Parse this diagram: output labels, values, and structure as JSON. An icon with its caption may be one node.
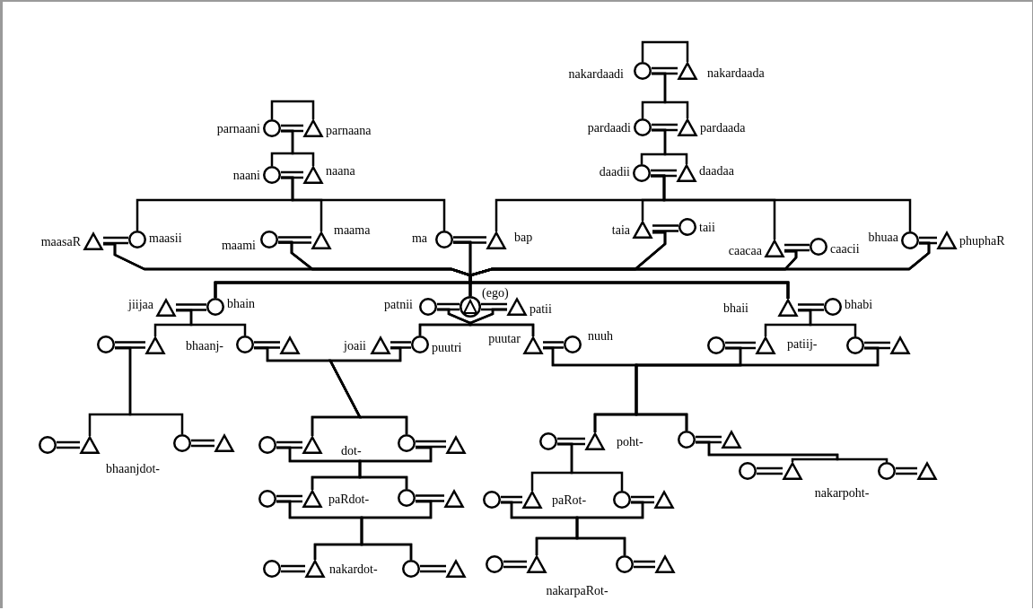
{
  "diagram": {
    "nodes": [
      {
        "text": [],
        "shape": "circle",
        "beside": [
          "parnaani"
        ]
      },
      {
        "text": [],
        "shape": "triangle",
        "beside": [
          "parnaana"
        ]
      },
      {
        "text": [],
        "shape": "circle",
        "beside": [
          "naani"
        ]
      },
      {
        "text": [],
        "shape": "triangle",
        "beside": [
          "naana"
        ]
      },
      {
        "text": [],
        "shape": "triangle",
        "beside": [
          "maasaR"
        ]
      },
      {
        "text": [],
        "shape": "circle",
        "beside": [
          "maasii"
        ]
      },
      {
        "text": [],
        "shape": "circle",
        "beside": [
          "maami"
        ]
      },
      {
        "text": [],
        "shape": "triangle",
        "beside": [
          "maama"
        ]
      },
      {
        "text": [],
        "shape": "circle",
        "beside": [
          "ma"
        ]
      },
      {
        "text": [],
        "shape": "triangle",
        "beside": [
          "bap"
        ]
      },
      {
        "text": [],
        "shape": "circle",
        "beside": [
          "nakardaadi"
        ]
      },
      {
        "text": [],
        "shape": "triangle",
        "beside": [
          "nakardaada"
        ]
      },
      {
        "text": [],
        "shape": "circle",
        "beside": [
          "pardaadi"
        ]
      },
      {
        "text": [],
        "shape": "triangle",
        "beside": [
          "pardaada"
        ]
      },
      {
        "text": [],
        "shape": "circle",
        "beside": [
          "daadii"
        ]
      },
      {
        "text": [],
        "shape": "triangle",
        "beside": [
          "daadaa"
        ]
      },
      {
        "text": [],
        "shape": "triangle",
        "beside": [
          "taia"
        ]
      },
      {
        "text": [],
        "shape": "circle",
        "beside": [
          "taii"
        ]
      },
      {
        "text": [],
        "shape": "triangle",
        "beside": [
          "caacaa"
        ]
      },
      {
        "text": [],
        "shape": "circle",
        "beside": [
          "caacii"
        ]
      },
      {
        "text": [],
        "shape": "circle",
        "beside": [
          "bhuaa"
        ]
      },
      {
        "text": [],
        "shape": "triangle",
        "beside": [
          "phuphaR"
        ]
      },
      {
        "text": [],
        "shape": "triangle",
        "beside": [
          "jiijaa"
        ]
      },
      {
        "text": [],
        "shape": "circle",
        "beside": [
          "bhain"
        ]
      },
      {
        "text": [],
        "shape": "circle",
        "beside": [
          "patnii"
        ]
      },
      {
        "text": [],
        "shape": "circle",
        "beside": [
          "(ego)"
        ]
      },
      {
        "text": [],
        "shape": "triangle",
        "beside": [
          "patii"
        ]
      },
      {
        "text": [],
        "shape": "triangle",
        "beside": [
          "bhaii"
        ]
      },
      {
        "text": [],
        "shape": "circle",
        "beside": [
          "bhabi"
        ]
      },
      {
        "text": [],
        "shape": "circle"
      },
      {
        "text": [],
        "shape": "triangle",
        "beside": [
          "bhaanj-"
        ]
      },
      {
        "text": [],
        "shape": "circle"
      },
      {
        "text": [],
        "shape": "triangle"
      },
      {
        "text": [],
        "shape": "triangle",
        "beside": [
          "joaii"
        ]
      },
      {
        "text": [],
        "shape": "circle",
        "beside": [
          "puutri"
        ]
      },
      {
        "text": [],
        "shape": "triangle",
        "beside": [
          "puutar"
        ]
      },
      {
        "text": [],
        "shape": "circle",
        "beside": [
          "nuuh"
        ]
      },
      {
        "text": [],
        "shape": "circle"
      },
      {
        "text": [],
        "shape": "triangle",
        "beside": [
          "patiij-"
        ]
      },
      {
        "text": [],
        "shape": "circle"
      },
      {
        "text": [],
        "shape": "triangle"
      },
      {
        "text": [],
        "shape": "circle"
      },
      {
        "text": [],
        "shape": "triangle",
        "beside": [
          "bhaanjdot-"
        ]
      },
      {
        "text": [],
        "shape": "circle"
      },
      {
        "text": [],
        "shape": "triangle"
      },
      {
        "text": [],
        "shape": "circle"
      },
      {
        "text": [],
        "shape": "triangle",
        "beside": [
          "dot-"
        ]
      },
      {
        "text": [],
        "shape": "circle"
      },
      {
        "text": [],
        "shape": "triangle"
      },
      {
        "text": [],
        "shape": "circle"
      },
      {
        "text": [],
        "shape": "triangle",
        "beside": [
          "poht-"
        ]
      },
      {
        "text": [],
        "shape": "circle"
      },
      {
        "text": [],
        "shape": "triangle"
      },
      {
        "text": [],
        "shape": "circle"
      },
      {
        "text": [],
        "shape": "triangle",
        "beside": [
          "paRdot-"
        ]
      },
      {
        "text": [],
        "shape": "circle"
      },
      {
        "text": [],
        "shape": "triangle"
      },
      {
        "text": [],
        "shape": "circle"
      },
      {
        "text": [],
        "shape": "triangle",
        "beside": [
          "paRot-"
        ]
      },
      {
        "text": [],
        "shape": "circle"
      },
      {
        "text": [],
        "shape": "triangle"
      },
      {
        "text": [],
        "shape": "circle"
      },
      {
        "text": [],
        "shape": "triangle",
        "beside": [
          "nakarpoht-"
        ]
      },
      {
        "text": [],
        "shape": "circle"
      },
      {
        "text": [],
        "shape": "triangle"
      },
      {
        "text": [],
        "shape": "circle"
      },
      {
        "text": [],
        "shape": "triangle",
        "beside": [
          "nakardot-"
        ]
      },
      {
        "text": [],
        "shape": "circle"
      },
      {
        "text": [],
        "shape": "triangle"
      },
      {
        "text": [],
        "shape": "circle"
      },
      {
        "text": [],
        "shape": "triangle",
        "beside": [
          "nakarpaRot-"
        ]
      },
      {
        "text": [],
        "shape": "circle"
      },
      {
        "text": [],
        "shape": "triangle"
      }
    ],
    "edges": [
      {
        "from": 0,
        "to": 1,
        "arrow": "none"
      },
      {
        "from": 10,
        "to": 11,
        "arrow": "none"
      },
      {
        "from": 0,
        "to": 1,
        "arrow": "none"
      },
      {
        "from": 2,
        "to": 3,
        "arrow": "none"
      },
      {
        "from": 4,
        "to": 5,
        "arrow": "none"
      },
      {
        "from": 6,
        "to": 7,
        "arrow": "none"
      },
      {
        "from": 8,
        "to": 9,
        "arrow": "none"
      },
      {
        "from": 10,
        "to": 11,
        "arrow": "none"
      },
      {
        "from": 12,
        "to": 13,
        "arrow": "none"
      },
      {
        "from": 14,
        "to": 15,
        "arrow": "none"
      },
      {
        "from": 16,
        "to": 17,
        "arrow": "none"
      },
      {
        "from": 18,
        "to": 19,
        "arrow": "none"
      },
      {
        "from": 20,
        "to": 21,
        "arrow": "none"
      },
      {
        "from": 22,
        "to": 23,
        "arrow": "none"
      },
      {
        "from": 24,
        "to": 25,
        "arrow": "none"
      },
      {
        "from": 25,
        "to": 26,
        "arrow": "none"
      },
      {
        "from": 27,
        "to": 28,
        "arrow": "none"
      },
      {
        "from": 29,
        "to": 30,
        "arrow": "none"
      },
      {
        "from": 31,
        "to": 32,
        "arrow": "none"
      },
      {
        "from": 33,
        "to": 34,
        "arrow": "none"
      },
      {
        "from": 35,
        "to": 36,
        "arrow": "none"
      },
      {
        "from": 37,
        "to": 38,
        "arrow": "none"
      },
      {
        "from": 39,
        "to": 40,
        "arrow": "none"
      },
      {
        "from": 41,
        "to": 42,
        "arrow": "none"
      },
      {
        "from": 43,
        "to": 44,
        "arrow": "none"
      },
      {
        "from": 45,
        "to": 46,
        "arrow": "none"
      },
      {
        "from": 47,
        "to": 48,
        "arrow": "none"
      },
      {
        "from": 49,
        "to": 50,
        "arrow": "none"
      },
      {
        "from": 51,
        "to": 52,
        "arrow": "none"
      },
      {
        "from": 53,
        "to": 54,
        "arrow": "none"
      },
      {
        "from": 55,
        "to": 56,
        "arrow": "none"
      },
      {
        "from": 57,
        "to": 58,
        "arrow": "none"
      },
      {
        "from": 59,
        "to": 60,
        "arrow": "none"
      },
      {
        "from": 61,
        "to": 62,
        "arrow": "none"
      },
      {
        "from": 63,
        "to": 64,
        "arrow": "none"
      },
      {
        "from": 65,
        "to": 66,
        "arrow": "none"
      },
      {
        "from": 67,
        "to": 68,
        "arrow": "none"
      },
      {
        "from": 69,
        "to": 70,
        "arrow": "none"
      },
      {
        "from": 71,
        "to": 72,
        "arrow": "none"
      },
      {
        "from": 0,
        "to": 2,
        "arrow": "none"
      },
      {
        "from": 0,
        "to": 3,
        "arrow": "none"
      },
      {
        "from": 2,
        "to": 5,
        "arrow": "none"
      },
      {
        "from": 2,
        "to": 7,
        "arrow": "none"
      },
      {
        "from": 2,
        "to": 8,
        "arrow": "none"
      },
      {
        "from": 10,
        "to": 12,
        "arrow": "none"
      },
      {
        "from": 10,
        "to": 13,
        "arrow": "none"
      },
      {
        "from": 12,
        "to": 14,
        "arrow": "none"
      },
      {
        "from": 12,
        "to": 15,
        "arrow": "none"
      },
      {
        "from": 14,
        "to": 9,
        "arrow": "none"
      },
      {
        "from": 14,
        "to": 16,
        "arrow": "none"
      },
      {
        "from": 14,
        "to": 18,
        "arrow": "none"
      },
      {
        "from": 14,
        "to": 20,
        "arrow": "none"
      },
      {
        "from": 4,
        "to": 23,
        "arrow": "none"
      },
      {
        "from": 4,
        "to": 25,
        "arrow": "none"
      },
      {
        "from": 4,
        "to": 27,
        "arrow": "none"
      },
      {
        "from": 6,
        "to": 23,
        "arrow": "none"
      },
      {
        "from": 6,
        "to": 25,
        "arrow": "none"
      },
      {
        "from": 6,
        "to": 27,
        "arrow": "none"
      },
      {
        "from": 8,
        "to": 23,
        "arrow": "none"
      },
      {
        "from": 8,
        "to": 25,
        "arrow": "none"
      },
      {
        "from": 8,
        "to": 27,
        "arrow": "none"
      },
      {
        "from": 16,
        "to": 23,
        "arrow": "none"
      },
      {
        "from": 16,
        "to": 25,
        "arrow": "none"
      },
      {
        "from": 16,
        "to": 27,
        "arrow": "none"
      },
      {
        "from": 18,
        "to": 23,
        "arrow": "none"
      },
      {
        "from": 18,
        "to": 25,
        "arrow": "none"
      },
      {
        "from": 18,
        "to": 27,
        "arrow": "none"
      },
      {
        "from": 20,
        "to": 23,
        "arrow": "none"
      },
      {
        "from": 20,
        "to": 25,
        "arrow": "none"
      },
      {
        "from": 20,
        "to": 27,
        "arrow": "none"
      },
      {
        "from": 24,
        "to": 34,
        "arrow": "none"
      },
      {
        "from": 24,
        "to": 35,
        "arrow": "none"
      },
      {
        "from": 26,
        "to": 34,
        "arrow": "none"
      },
      {
        "from": 26,
        "to": 35,
        "arrow": "none"
      },
      {
        "from": 22,
        "to": 30,
        "arrow": "none"
      },
      {
        "from": 22,
        "to": 31,
        "arrow": "none"
      },
      {
        "from": 27,
        "to": 38,
        "arrow": "none"
      },
      {
        "from": 27,
        "to": 39,
        "arrow": "none"
      },
      {
        "from": 29,
        "to": 42,
        "arrow": "none"
      },
      {
        "from": 29,
        "to": 43,
        "arrow": "none"
      },
      {
        "from": 31,
        "to": 46,
        "arrow": "none"
      },
      {
        "from": 31,
        "to": 47,
        "arrow": "none"
      },
      {
        "from": 33,
        "to": 46,
        "arrow": "none"
      },
      {
        "from": 33,
        "to": 47,
        "arrow": "none"
      },
      {
        "from": 35,
        "to": 50,
        "arrow": "none"
      },
      {
        "from": 35,
        "to": 51,
        "arrow": "none"
      },
      {
        "from": 37,
        "to": 50,
        "arrow": "none"
      },
      {
        "from": 37,
        "to": 51,
        "arrow": "none"
      },
      {
        "from": 39,
        "to": 50,
        "arrow": "none"
      },
      {
        "from": 39,
        "to": 51,
        "arrow": "none"
      },
      {
        "from": 45,
        "to": 54,
        "arrow": "none"
      },
      {
        "from": 45,
        "to": 55,
        "arrow": "none"
      },
      {
        "from": 47,
        "to": 54,
        "arrow": "none"
      },
      {
        "from": 47,
        "to": 55,
        "arrow": "none"
      },
      {
        "from": 49,
        "to": 58,
        "arrow": "none"
      },
      {
        "from": 49,
        "to": 59,
        "arrow": "none"
      },
      {
        "from": 51,
        "to": 62,
        "arrow": "none"
      },
      {
        "from": 51,
        "to": 63,
        "arrow": "none"
      },
      {
        "from": 53,
        "to": 66,
        "arrow": "none"
      },
      {
        "from": 53,
        "to": 67,
        "arrow": "none"
      },
      {
        "from": 55,
        "to": 66,
        "arrow": "none"
      },
      {
        "from": 55,
        "to": 67,
        "arrow": "none"
      },
      {
        "from": 57,
        "to": 70,
        "arrow": "none"
      },
      {
        "from": 57,
        "to": 71,
        "arrow": "none"
      },
      {
        "from": 59,
        "to": 70,
        "arrow": "none"
      },
      {
        "from": 59,
        "to": 71,
        "arrow": "none"
      }
    ]
  }
}
